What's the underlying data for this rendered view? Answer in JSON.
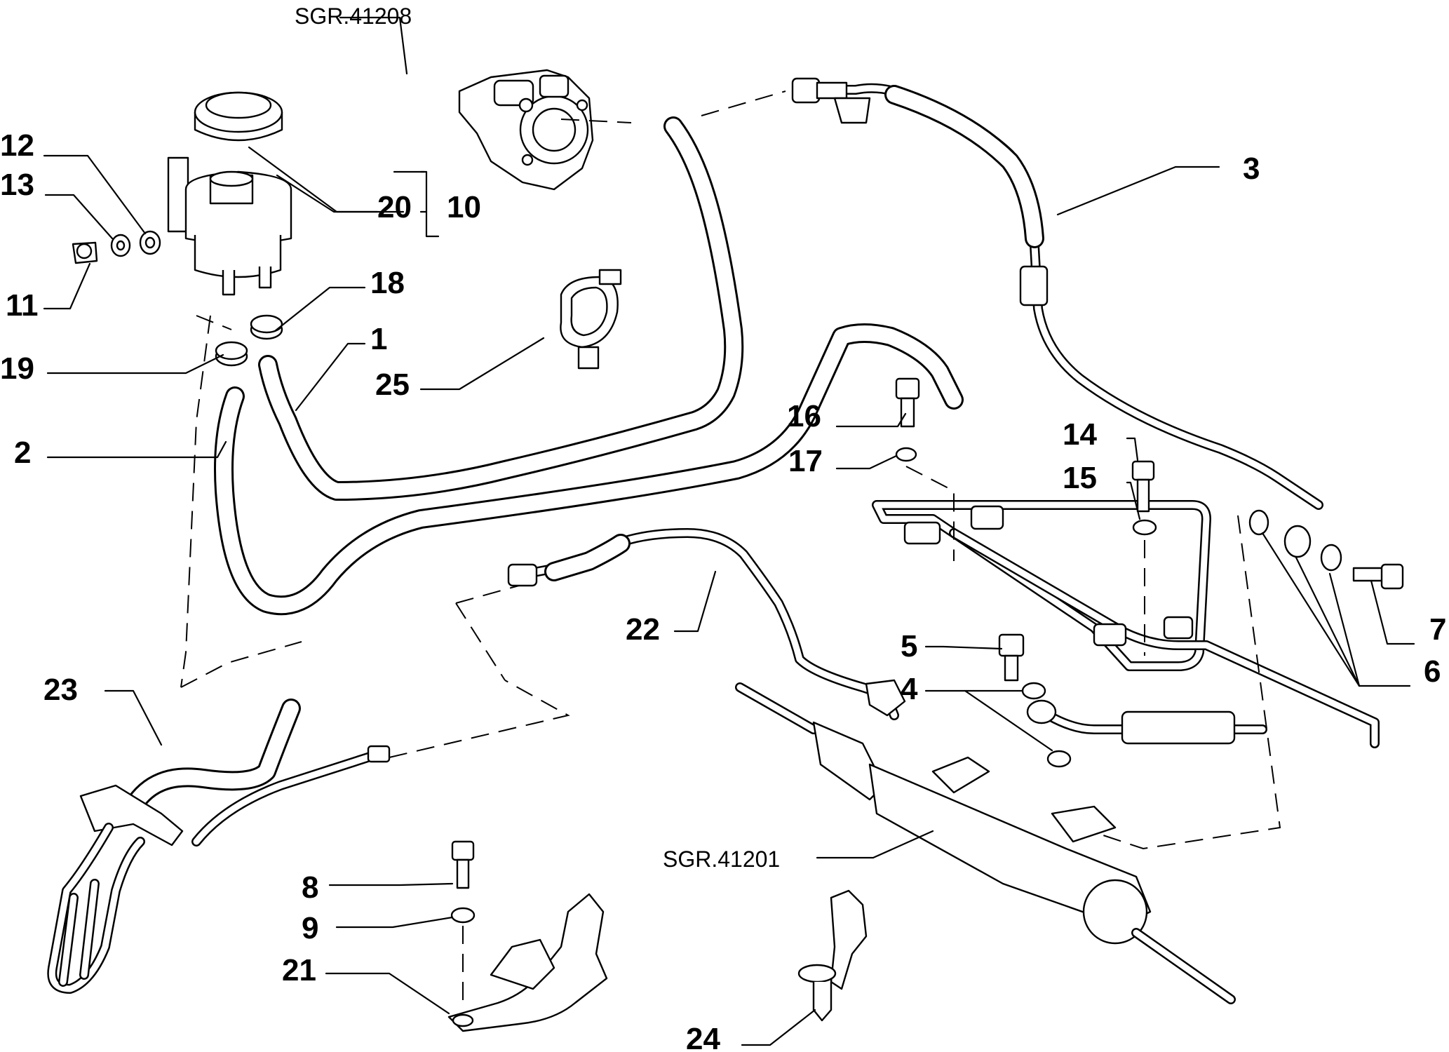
{
  "labels": {
    "l1": "1",
    "l2": "2",
    "l3": "3",
    "l4": "4",
    "l5": "5",
    "l6": "6",
    "l7": "7",
    "l8": "8",
    "l9": "9",
    "l10": "10",
    "l11": "11",
    "l12": "12",
    "l13": "13",
    "l14": "14",
    "l15": "15",
    "l16": "16",
    "l17": "17",
    "l18": "18",
    "l19": "19",
    "l20": "20",
    "l21": "21",
    "l22": "22",
    "l23": "23",
    "l24": "24",
    "l25": "25"
  },
  "references": {
    "pump": "SGR.41208",
    "steering_rack": "SGR.41201"
  }
}
